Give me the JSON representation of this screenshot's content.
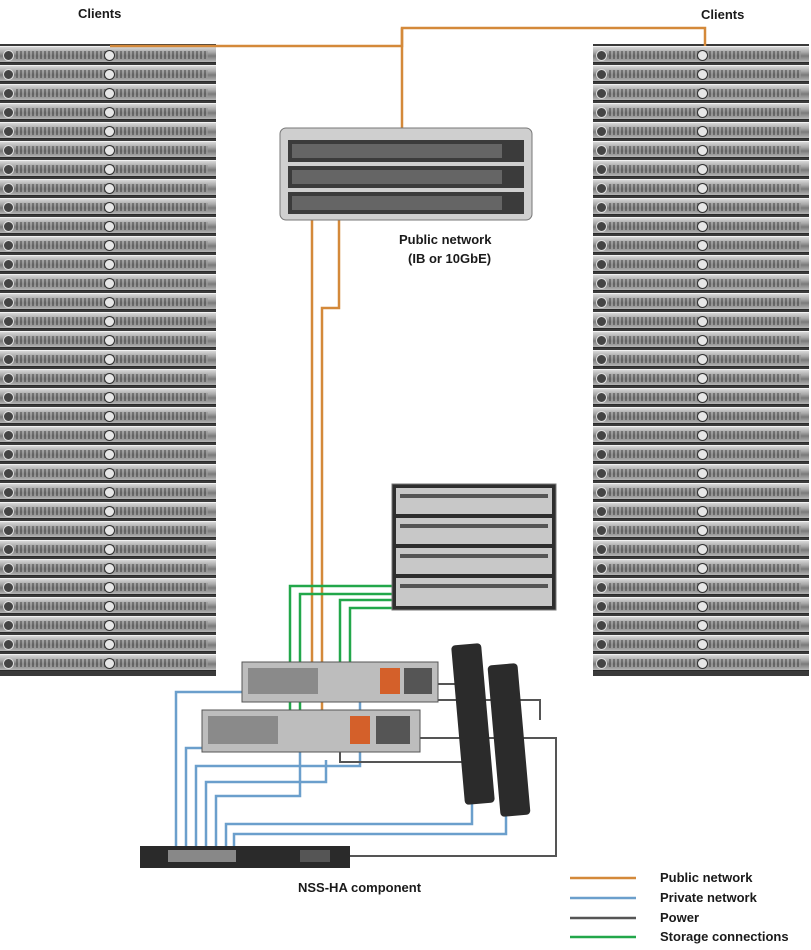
{
  "labels": {
    "clients_left": "Clients",
    "clients_right": "Clients",
    "public_network_line1": "Public network",
    "public_network_line2": "(IB or 10GbE)",
    "nss_ha": "NSS-HA component"
  },
  "legend": [
    {
      "label": "Public network",
      "color": "#d4893a"
    },
    {
      "label": "Private network",
      "color": "#6b9fcc"
    },
    {
      "label": "Power",
      "color": "#555555"
    },
    {
      "label": "Storage connections",
      "color": "#22a74a"
    }
  ],
  "colors": {
    "public": "#d4893a",
    "private": "#6b9fcc",
    "power": "#555555",
    "storage": "#22a74a"
  }
}
